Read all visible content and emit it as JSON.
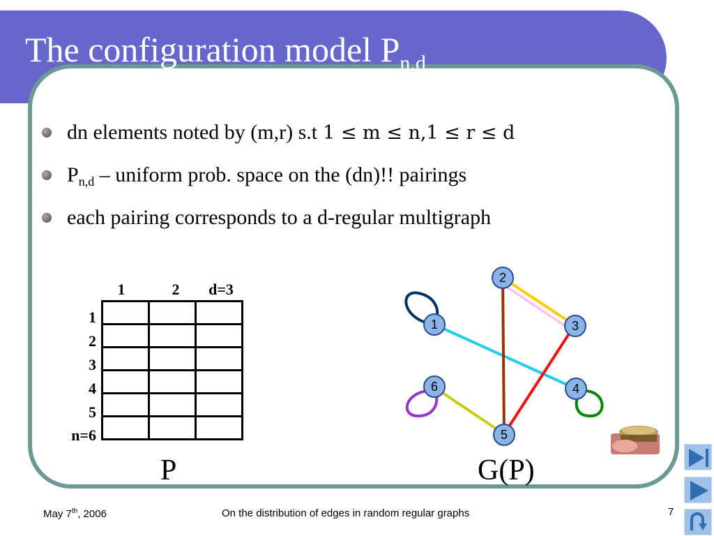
{
  "slide": {
    "title_main": "The configuration model P",
    "title_sub": "n,d",
    "bullets": [
      {
        "text": "dn elements noted by (m,r) s.t",
        "math": "1 ≤ m ≤ n,1 ≤ r ≤ d"
      },
      {
        "prefix": "P",
        "sub": "n,d",
        "text": " – uniform prob. space on the (dn)!! pairings"
      },
      {
        "text": "each pairing corresponds to a d-regular multigraph"
      }
    ],
    "table": {
      "col_headers": [
        "1",
        "2",
        "d=3"
      ],
      "row_headers": [
        "1",
        "2",
        "3",
        "4",
        "5",
        "n=6"
      ],
      "caption": "P"
    },
    "graph": {
      "caption": "G(P)",
      "nodes": [
        "1",
        "2",
        "3",
        "4",
        "5",
        "6"
      ],
      "colors": {
        "node_fill": "#8ab4e8",
        "edge_1_4": "#22ccee",
        "edge_2_3_a": "#ffcc00",
        "edge_2_3_b": "#ffbbee",
        "edge_2_5": "#993300",
        "edge_3_5": "#ee1111",
        "edge_6_5": "#cccc11",
        "loop_1": "#003366",
        "loop_6": "#9933cc",
        "loop_4": "#008800"
      }
    },
    "footer": {
      "date_prefix": "May 7",
      "date_sup": "th",
      "date_suffix": ", 2006",
      "center": "On the distribution of edges in random regular graphs",
      "page": "7"
    },
    "nav_icons": [
      "last-slide-icon",
      "next-slide-icon",
      "return-icon"
    ]
  }
}
